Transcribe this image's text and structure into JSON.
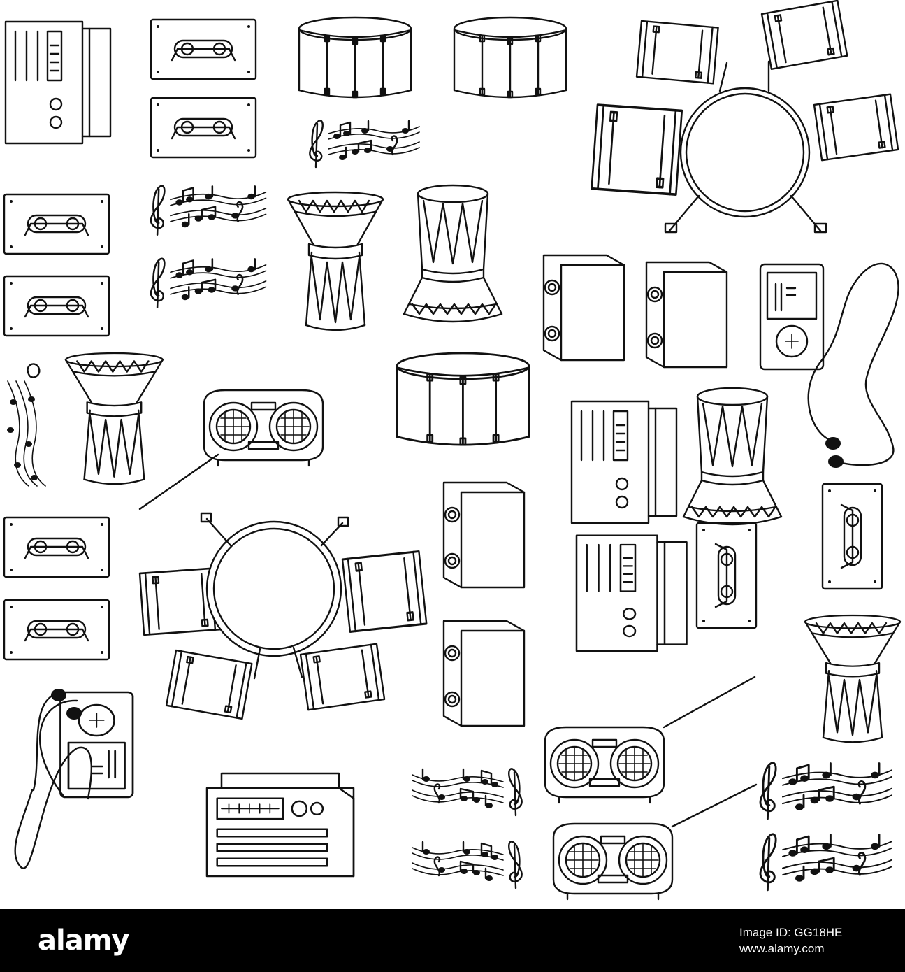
{
  "watermark": {
    "brand": "alamy",
    "image_id_label": "Image ID: GG18HE",
    "url": "www.alamy.com"
  },
  "colors": {
    "background": "#ffffff",
    "ink": "#111111",
    "bar": "#000000",
    "bar_text": "#ffffff"
  },
  "illustration": {
    "style": "black and white doodle line art",
    "icon_names": [
      "radio-icon",
      "cassette-tape-icon",
      "snare-drum-icon",
      "drum-kit-icon",
      "music-notes-icon",
      "djembe-drum-icon",
      "speaker-icon",
      "mp3-player-icon",
      "earphones-icon",
      "boombox-icon"
    ]
  }
}
